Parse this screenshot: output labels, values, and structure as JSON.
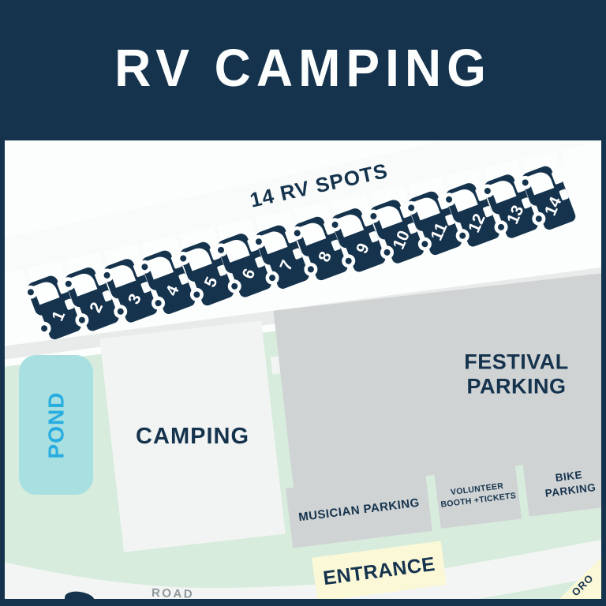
{
  "header": {
    "title": "RV CAMPING"
  },
  "map": {
    "rv_area": {
      "label": "14 RV SPOTS",
      "spots": [
        "1",
        "2",
        "3",
        "4",
        "5",
        "6",
        "7",
        "8",
        "9",
        "10",
        "11",
        "12",
        "13",
        "14"
      ]
    },
    "zones": {
      "pond": {
        "label": "POND"
      },
      "camping": {
        "label": "CAMPING"
      },
      "festival_parking": {
        "line1": "FESTIVAL",
        "line2": "PARKING"
      },
      "musician_parking": {
        "label": "MUSICIAN PARKING"
      },
      "volunteer_booth": {
        "line1": "VOLUNTEER",
        "line2": "BOOTH +TICKETS"
      },
      "bike_parking": {
        "line1": "BIKE",
        "line2": "PARKING"
      },
      "entrance": {
        "label": "ENTRANCE"
      }
    },
    "roads": {
      "road_label": "ROAD",
      "corner_road_partial_label": "ORO"
    }
  },
  "colors": {
    "navy": "#15334d",
    "map_green": "#d7ecdc",
    "parking_gray": "#d0d3d4",
    "pond_fill": "#a8dfe0",
    "pond_text": "#28ade0",
    "camping_fill": "#f2f4f4",
    "entrance_yellow": "#fbf8d8",
    "road_white": "#f3f5f4",
    "road_text_gray": "#8e979b",
    "band_white": "#f9fbfa",
    "top_road_gray": "#e8ebea"
  }
}
